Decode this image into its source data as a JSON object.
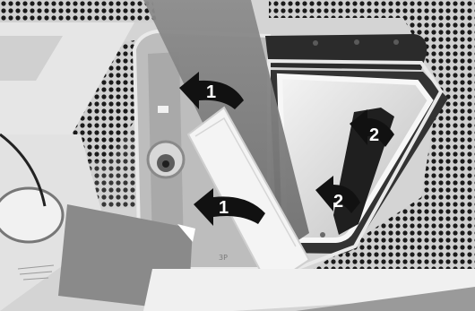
{
  "figure": {
    "colors": {
      "background": "#d9d9d9",
      "dots": "#1a1a1a",
      "arrow": "#111111",
      "label": "#ffffff"
    },
    "callouts": [
      {
        "label": "1",
        "icon": "curved-arrow-icon"
      },
      {
        "label": "1",
        "icon": "curved-arrow-icon"
      },
      {
        "label": "2",
        "icon": "curved-arrow-icon"
      },
      {
        "label": "2",
        "icon": "curved-arrow-icon"
      }
    ],
    "corner_text": "3P"
  }
}
